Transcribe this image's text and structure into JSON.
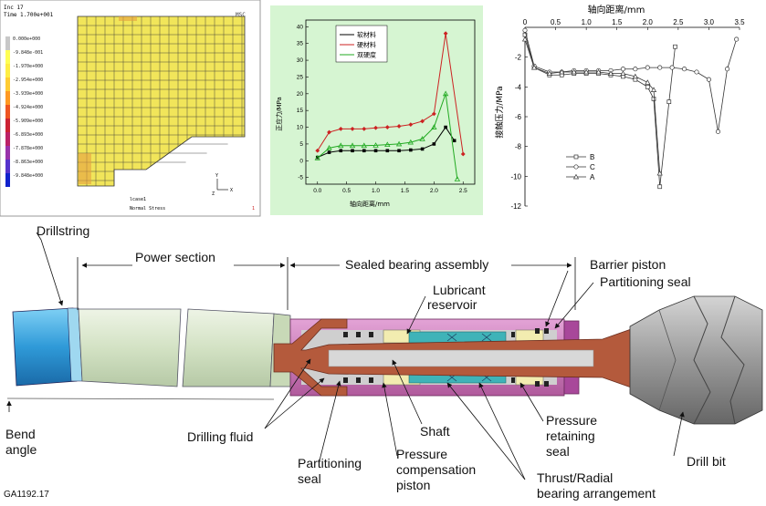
{
  "fe_panel": {
    "inc_label": "Inc  17",
    "time_label": "Time  1.700e+001",
    "corner_tag": "MSC",
    "legend_values": [
      "0.000e+000",
      "-9.848e-001",
      "-1.970e+000",
      "-2.954e+000",
      "-3.939e+000",
      "-4.924e+000",
      "-5.909e+000",
      "-6.893e+000",
      "-7.878e+000",
      "-8.863e+000",
      "-9.848e+000"
    ],
    "legend_colors": [
      "#c8c8c8",
      "#ffff55",
      "#ffee44",
      "#ffcc33",
      "#ff9922",
      "#ee5522",
      "#cc2233",
      "#bb2266",
      "#9933aa",
      "#5533cc",
      "#1122cc"
    ],
    "footer_1": "lcase1",
    "footer_2": "Normal Stress",
    "footer_3": "1",
    "axis_x": "X",
    "axis_y": "Y",
    "axis_z": "Z"
  },
  "chart1": {
    "chart_data": {
      "type": "line",
      "x": [
        0.0,
        0.2,
        0.4,
        0.6,
        0.8,
        1.0,
        1.2,
        1.4,
        1.6,
        1.8,
        2.0,
        2.2,
        2.35,
        2.5
      ],
      "xlabel": "轴向距离/mm",
      "ylabel": "正应力/MPa",
      "xlim": [
        -0.2,
        2.7
      ],
      "ylim": [
        -7,
        42
      ],
      "xticks": [
        "0.0",
        "0.5",
        "1.0",
        "1.5",
        "2.0",
        "2.5"
      ],
      "yticks": [
        "-5",
        "0",
        "5",
        "10",
        "15",
        "20",
        "25",
        "30",
        "35",
        "40"
      ],
      "legend_position": "top-left",
      "series": [
        {
          "name": "软材料",
          "color": "#000000",
          "marker": "square",
          "x": [
            0.0,
            0.2,
            0.4,
            0.6,
            0.8,
            1.0,
            1.2,
            1.4,
            1.6,
            1.8,
            2.0,
            2.2,
            2.35
          ],
          "values": [
            1.0,
            2.5,
            3.0,
            3.0,
            3.0,
            3.0,
            3.0,
            3.0,
            3.2,
            3.5,
            5.0,
            10.0,
            6.0
          ]
        },
        {
          "name": "硬材料",
          "color": "#cc2222",
          "marker": "diamond",
          "x": [
            0.0,
            0.2,
            0.4,
            0.6,
            0.8,
            1.0,
            1.2,
            1.4,
            1.6,
            1.8,
            2.0,
            2.2,
            2.5
          ],
          "values": [
            3.0,
            8.5,
            9.5,
            9.5,
            9.5,
            9.8,
            10.0,
            10.3,
            10.8,
            11.8,
            14.0,
            38.0,
            2.0
          ]
        },
        {
          "name": "双硬度",
          "color": "#22aa22",
          "marker": "triangle",
          "x": [
            0.0,
            0.2,
            0.4,
            0.6,
            0.8,
            1.0,
            1.2,
            1.4,
            1.6,
            1.8,
            2.0,
            2.2,
            2.4
          ],
          "values": [
            0.8,
            3.8,
            4.5,
            4.5,
            4.5,
            4.6,
            4.8,
            5.0,
            5.5,
            6.5,
            10.0,
            20.0,
            -5.5
          ]
        }
      ]
    }
  },
  "chart2": {
    "chart_data": {
      "type": "line",
      "xlabel": "轴向距离/mm",
      "ylabel": "接触压力/MPa",
      "xlim": [
        0,
        3.5
      ],
      "ylim": [
        -12,
        0
      ],
      "xticks": [
        "0",
        "0.5",
        "1.0",
        "1.5",
        "2.0",
        "2.5",
        "3.0",
        "3.5"
      ],
      "yticks": [
        "-2",
        "-4",
        "-6",
        "-8",
        "-10",
        "-12"
      ],
      "legend_position": "bottom-left",
      "series": [
        {
          "name": "B",
          "marker": "square",
          "x": [
            0.0,
            0.15,
            0.4,
            0.6,
            0.8,
            1.0,
            1.2,
            1.4,
            1.6,
            1.8,
            2.0,
            2.1,
            2.2,
            2.35,
            2.45
          ],
          "values": [
            -0.5,
            -2.7,
            -3.2,
            -3.2,
            -3.1,
            -3.1,
            -3.1,
            -3.2,
            -3.3,
            -3.5,
            -4.0,
            -4.8,
            -10.7,
            -5.0,
            -1.3
          ]
        },
        {
          "name": "C",
          "marker": "circle",
          "x": [
            0.0,
            0.15,
            0.4,
            0.6,
            0.8,
            1.0,
            1.2,
            1.4,
            1.6,
            1.8,
            2.0,
            2.2,
            2.4,
            2.6,
            2.8,
            3.0,
            3.15,
            3.3,
            3.45
          ],
          "values": [
            -0.2,
            -2.6,
            -3.0,
            -3.0,
            -2.9,
            -2.9,
            -2.9,
            -2.9,
            -2.8,
            -2.8,
            -2.7,
            -2.7,
            -2.7,
            -2.8,
            -3.0,
            -3.5,
            -7.0,
            -2.8,
            -0.8
          ]
        },
        {
          "name": "A",
          "marker": "triangle",
          "x": [
            0.0,
            0.15,
            0.4,
            0.6,
            0.8,
            1.0,
            1.2,
            1.4,
            1.6,
            1.8,
            2.0,
            2.1,
            2.2
          ],
          "values": [
            -0.8,
            -2.7,
            -3.1,
            -3.0,
            -3.0,
            -3.0,
            -3.0,
            -3.1,
            -3.1,
            -3.3,
            -3.7,
            -4.2,
            -9.8
          ]
        }
      ]
    }
  },
  "diagram": {
    "labels": {
      "drillstring": "Drillstring",
      "power_section": "Power section",
      "sealed_bearing": "Sealed bearing assembly",
      "barrier_piston": "Barrier piston",
      "partitioning_seal_top": "Partitioning seal",
      "lubricant_1": "Lubricant",
      "lubricant_2": "reservoir",
      "bend_1": "Bend",
      "bend_2": "angle",
      "drilling_fluid": "Drilling fluid",
      "shaft": "Shaft",
      "pressure_ret_1": "Pressure",
      "pressure_ret_2": "retaining",
      "pressure_ret_3": "seal",
      "partitioning_bot_1": "Partitioning",
      "partitioning_bot_2": "seal",
      "pressure_comp_1": "Pressure",
      "pressure_comp_2": "compensation",
      "pressure_comp_3": "piston",
      "thrust_1": "Thrust/Radial",
      "thrust_2": "bearing arrangement",
      "drill_bit": "Drill bit",
      "figure_id": "GA1192.17"
    },
    "colors": {
      "drillstring": "#2f9ad8",
      "power_section": "#d9e6cc",
      "housing": "#c46ab0",
      "shaft": "#b45a3c",
      "bit": "#9a9a9a",
      "reservoir": "#f2ecb0",
      "bearing": "#3fb3b8"
    }
  }
}
